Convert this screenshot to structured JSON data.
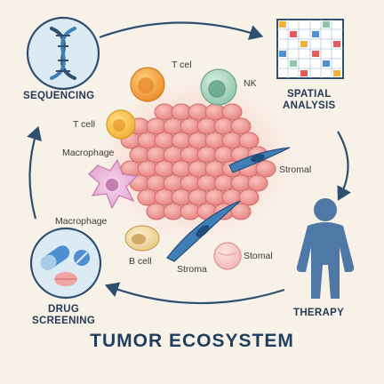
{
  "title": "TUMOR ECOSYSTEM",
  "steps": {
    "sequencing": "SEQUENCING",
    "spatial": [
      "SPATIAL",
      "ANALYSIS"
    ],
    "therapy": "THERAPY",
    "drug": [
      "DRUG",
      "SCREENING"
    ]
  },
  "cells": {
    "tcell_top": "T cel",
    "nk": "NK",
    "tcell_left": "T cell",
    "macrophage_1": "Macrophage",
    "macrophage_2": "Macrophage",
    "bcell": "B cell",
    "stroma": "Stroma",
    "stomal": "Stomal",
    "stromal": "Stromal"
  },
  "colors": {
    "background": "#f8f1e8",
    "arrow": "#2f4f6f",
    "tumor": "#ee9a96",
    "tcell_orange": "#f2a03c",
    "nk_green": "#a8d4bf",
    "tcell_yellow": "#f6c04a",
    "macrophage": "#e7a9d4",
    "bcell": "#f1dca2",
    "stroma_blue": "#3f7fb6",
    "therapy_body": "#4e79a7"
  }
}
